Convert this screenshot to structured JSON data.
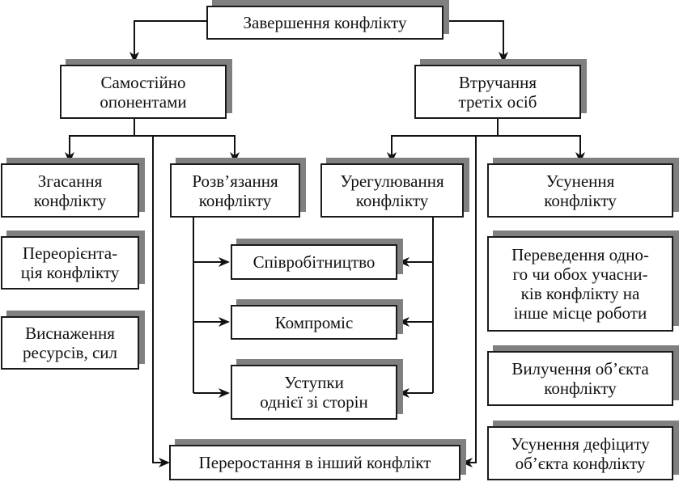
{
  "diagram": {
    "title": "Завершення конфлікту",
    "branches": {
      "self": {
        "label": "Самостійно\nопонентами",
        "children": {
          "fading": "Згасання\nконфлікту",
          "resolution": "Розв’язання\nконфлікту"
        },
        "fading_items": [
          "Переорієнта-\nція конфлікту",
          "Виснаження\nресурсів, сил"
        ]
      },
      "third_party": {
        "label": "Втручання\nтретіх осіб",
        "children": {
          "settlement": "Урегулювання\nконфлікту",
          "elimination": "Усунення\nконфлікту"
        },
        "elimination_items": [
          "Переведення одно-\nго чи обох учасни-\nків конфлікту на\nінше місце роботи",
          "Вилучення об’єкта\nконфлікту",
          "Усунення дефіциту\nоб’єкта конфлікту"
        ]
      }
    },
    "shared_outcomes": [
      "Співробітництво",
      "Компроміс",
      "Уступки\nоднієї зі сторін"
    ],
    "escalation": "Переростання в інший конфлікт"
  }
}
